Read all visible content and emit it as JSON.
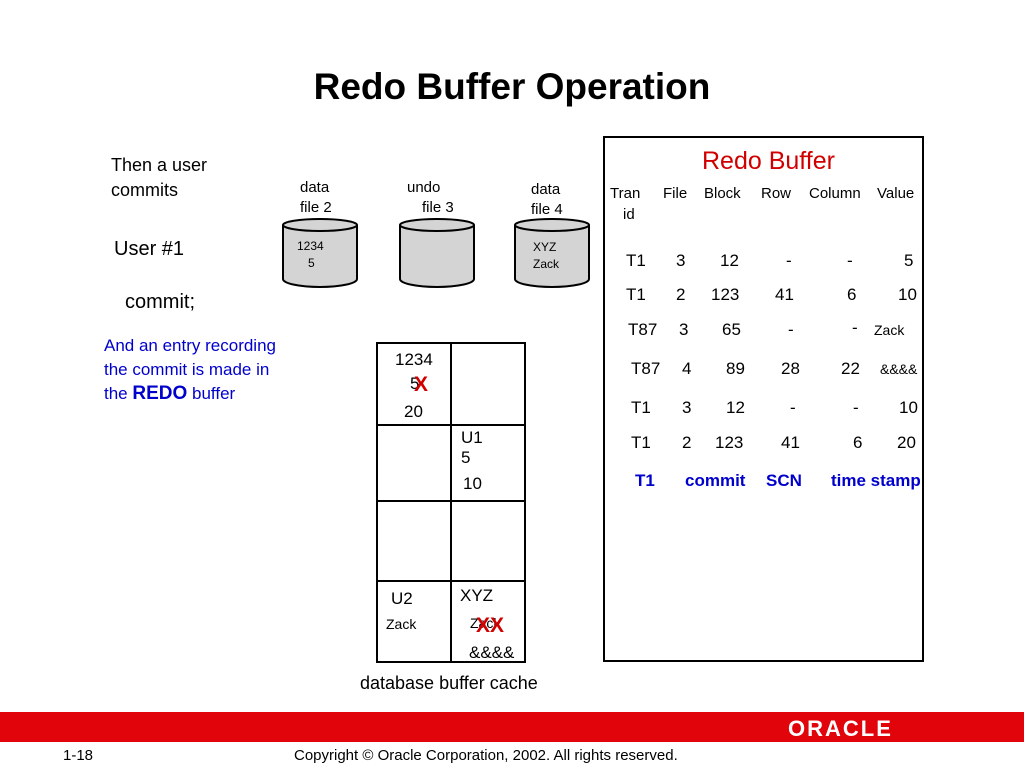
{
  "slide": {
    "title": "Redo Buffer Operation",
    "page_number": "1-18",
    "copyright": "Copyright © Oracle Corporation, 2002. All rights reserved.",
    "brand": "ORACLE"
  },
  "left_text": {
    "line1": "Then a user",
    "line2": "commits",
    "user": "User #1",
    "commit": "commit;",
    "note_line1": "And an entry recording",
    "note_line2": "the commit is made in",
    "note_the": "the",
    "note_redo": "REDO",
    "note_buffer": "buffer"
  },
  "files": {
    "data2_l1": "data",
    "data2_l2": "file 2",
    "data2_val1": "1234",
    "data2_val2": "5",
    "undo3_l1": "undo",
    "undo3_l2": "file 3",
    "data4_l1": "data",
    "data4_l2": "file 4",
    "data4_val1": "XYZ",
    "data4_val2": "Zack"
  },
  "cache": {
    "label": "database buffer cache",
    "r1_val1": "1234",
    "r1_val2": "5",
    "r1_x": "X",
    "r1_val3": "20",
    "r2_u": "U1",
    "r2_val1": "5",
    "r2_val2": "10",
    "r4_u": "U2",
    "r4_zack": "Zack",
    "r4_xyz": "XYZ",
    "r4_zack2": "Zack",
    "r4_xx": "XX",
    "r4_amp": "&&&&"
  },
  "redo": {
    "title": "Redo Buffer",
    "headers": [
      "Tran",
      "id",
      "File",
      "Block",
      "Row",
      "Column",
      "Value"
    ],
    "rows": [
      [
        "T1",
        "3",
        "12",
        "-",
        "-",
        "5"
      ],
      [
        "T1",
        "2",
        "123",
        "41",
        "6",
        "10"
      ],
      [
        "T87",
        "3",
        "65",
        "-",
        "-",
        "Zack"
      ],
      [
        "T87",
        "4",
        "89",
        "28",
        "22",
        "&&&&"
      ],
      [
        "T1",
        "3",
        "12",
        "-",
        "-",
        "10"
      ],
      [
        "T1",
        "2",
        "123",
        "41",
        "6",
        "20"
      ]
    ],
    "commit": [
      "T1",
      "commit",
      "SCN",
      "time stamp"
    ]
  }
}
